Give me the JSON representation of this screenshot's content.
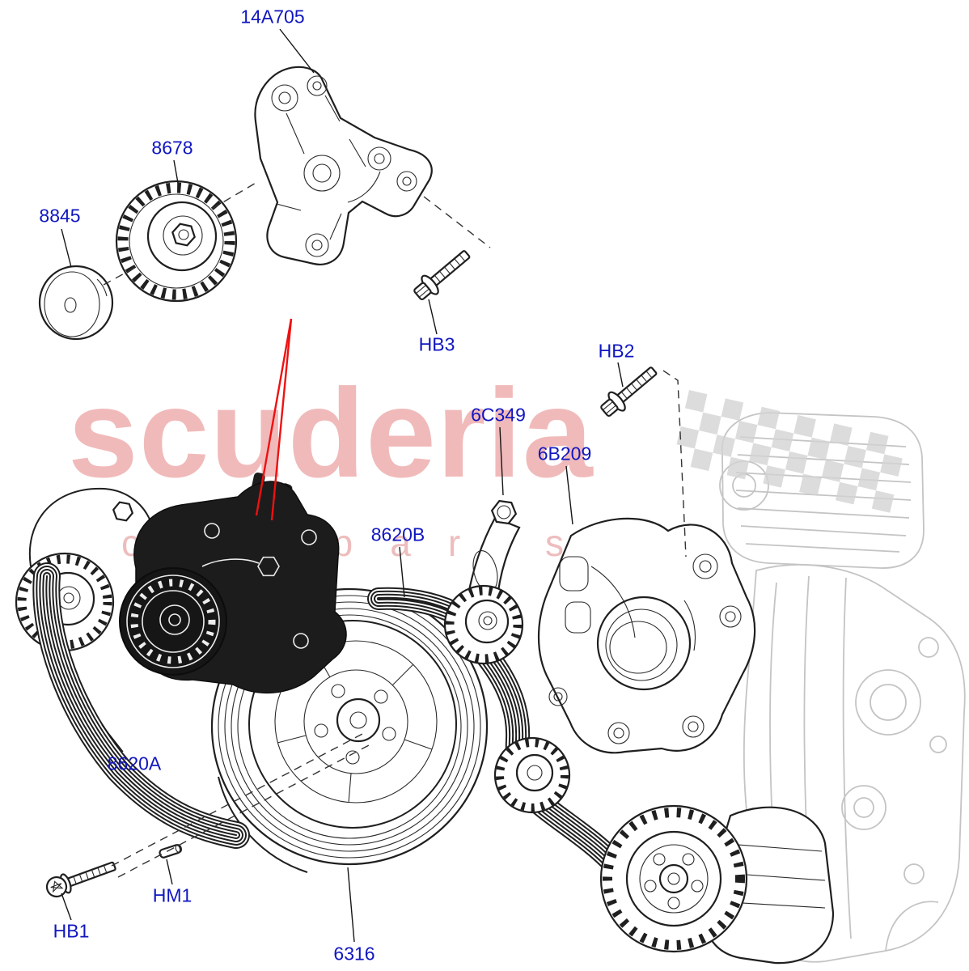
{
  "watermark": {
    "brand": "scuderia",
    "tagline": "car parts",
    "brand_color": "#dd5454",
    "checker_color": "#d4d4d4"
  },
  "callouts": {
    "label_color": "#1016c0",
    "callout_line_color": "#ee1111",
    "labels": [
      {
        "part": "14A705"
      },
      {
        "part": "8678"
      },
      {
        "part": "8845"
      },
      {
        "part": "HB3"
      },
      {
        "part": "HB2"
      },
      {
        "part": "6C349"
      },
      {
        "part": "6B209"
      },
      {
        "part": "8620B"
      },
      {
        "part": "8620A"
      },
      {
        "part": "HM1"
      },
      {
        "part": "HB1"
      },
      {
        "part": "6316"
      }
    ]
  },
  "diagram": {
    "line_color": "#1f1f1f",
    "ghost_color": "#c4c4c4"
  }
}
